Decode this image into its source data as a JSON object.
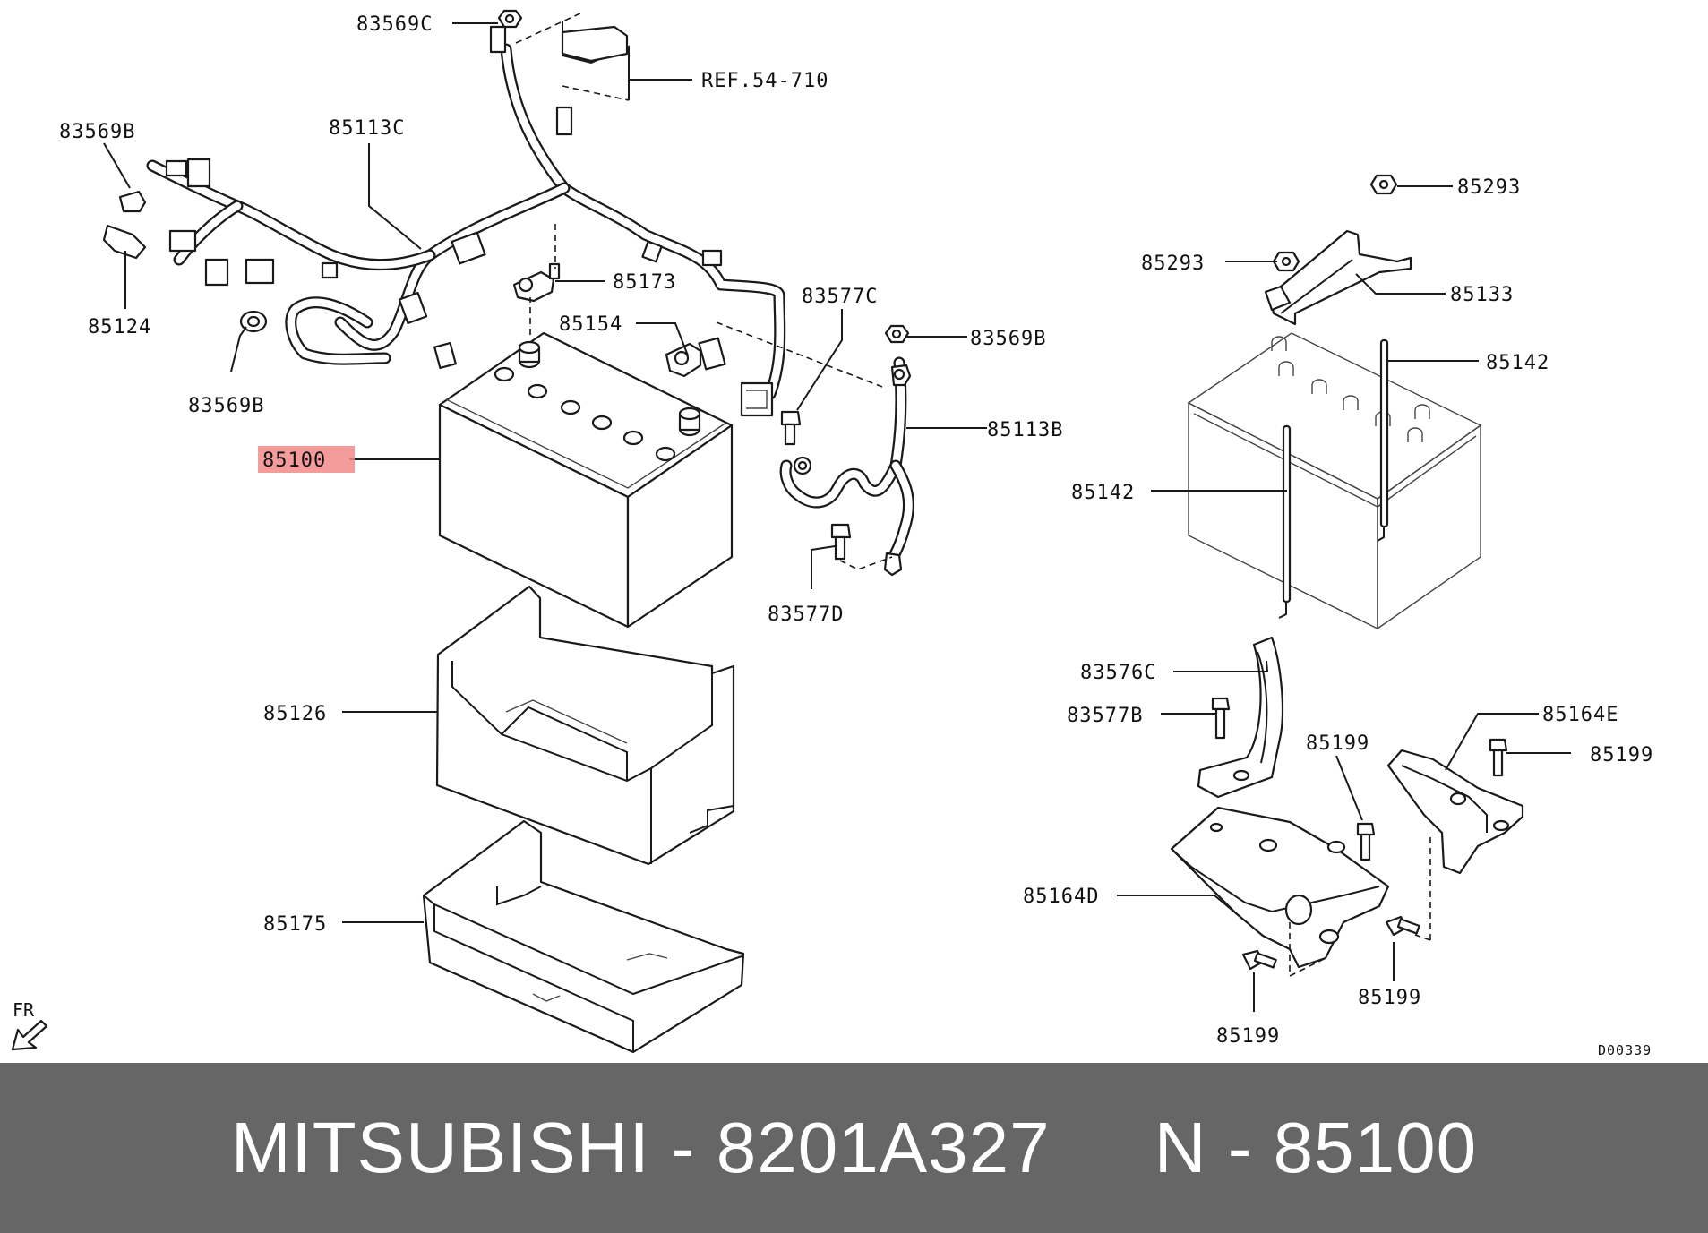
{
  "diagram": {
    "highlighted_part": "85100",
    "drawing_code": "D00339",
    "direction_marker": "FR",
    "labels": {
      "p83569C": "83569C",
      "ref": "REF.54-710",
      "p83569B_top": "83569B",
      "p85113C": "85113C",
      "p85124": "85124",
      "p83569B_left": "83569B",
      "p85173": "85173",
      "p85154": "85154",
      "p83577C": "83577C",
      "p83569B_right": "83569B",
      "p85113B": "85113B",
      "p85100": "85100",
      "p83577D": "83577D",
      "p85126": "85126",
      "p85175": "85175",
      "p85293_top": "85293",
      "p85293_left": "85293",
      "p85133": "85133",
      "p85142_top": "85142",
      "p85142_left": "85142",
      "p83576C": "83576C",
      "p83577B": "83577B",
      "p85199_a": "85199",
      "p85164E": "85164E",
      "p85199_b": "85199",
      "p85164D": "85164D",
      "p85199_c": "85199",
      "p85199_d": "85199"
    }
  },
  "footer": {
    "brand": "MITSUBISHI",
    "part_number": "8201A327",
    "ref_prefix": "N",
    "ref_number": "85100"
  },
  "colors": {
    "highlight": "#f28b8b",
    "footer_bg": "#666666",
    "footer_text": "#ffffff"
  }
}
